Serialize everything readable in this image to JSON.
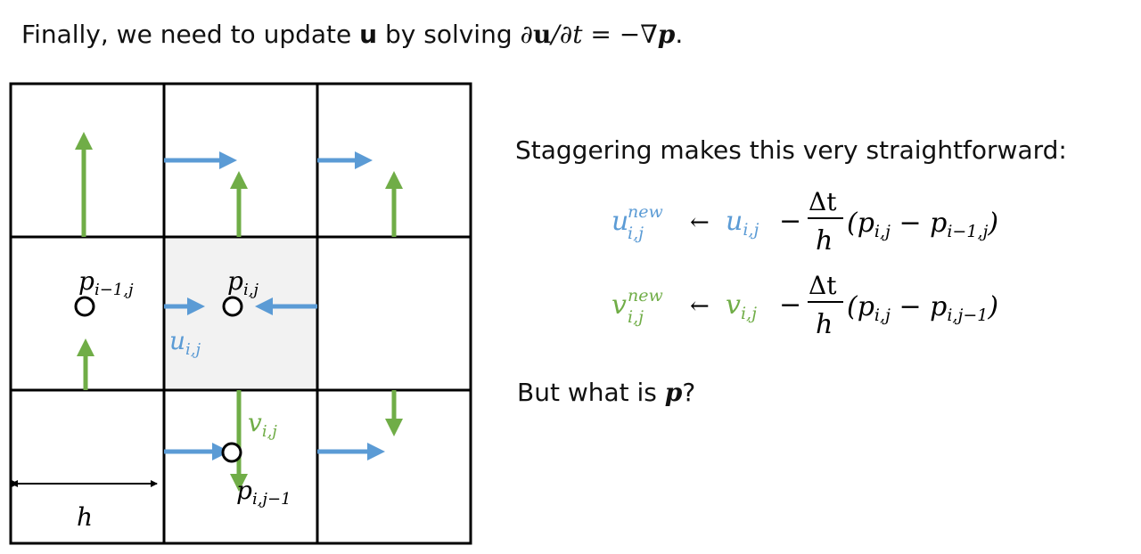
{
  "slide": {
    "title_prefix": "Finally, we need to update ",
    "title_u": "u",
    "title_mid": " by solving ",
    "title_eq_a": "∂",
    "title_eq_u": "u",
    "title_eq_b": "/∂t = −∇",
    "title_eq_p": "p",
    "title_end": ".",
    "staggering_text": "Staggering makes this very straightforward:",
    "question_prefix": "But what is ",
    "question_p": "p",
    "question_end": "?"
  },
  "equations": {
    "u_eq": {
      "lhs": "u",
      "lhs_sup": "new",
      "lhs_sub": "i,j",
      "arrow": "←",
      "var": "u",
      "var_sub": "i,j",
      "minus": "−",
      "num": "Δt",
      "den": "h",
      "rhs": "(p",
      "rhs_sub1": "i,j",
      "rhs_mid": " − p",
      "rhs_sub2": "i−1,j",
      "rhs_end": ")"
    },
    "v_eq": {
      "lhs": "v",
      "lhs_sup": "new",
      "lhs_sub": "i,j",
      "arrow": "←",
      "var": "v",
      "var_sub": "i,j",
      "minus": "−",
      "num": "Δt",
      "den": "h",
      "rhs": "(p",
      "rhs_sub1": "i,j",
      "rhs_mid": " − p",
      "rhs_sub2": "i,j−1",
      "rhs_end": ")"
    }
  },
  "diagram": {
    "labels": {
      "p_left": "p",
      "p_left_sub": "i−1,j",
      "p_center": "p",
      "p_center_sub": "i,j",
      "u": "u",
      "u_sub": "i,j",
      "v": "v",
      "v_sub": "i,j",
      "p_below": "p",
      "p_below_sub": "i,j−1",
      "h": "h"
    }
  },
  "colors": {
    "u_blue": "#5b9bd5",
    "v_green": "#70ad47",
    "highlight_cell": "#f2f2f2"
  }
}
